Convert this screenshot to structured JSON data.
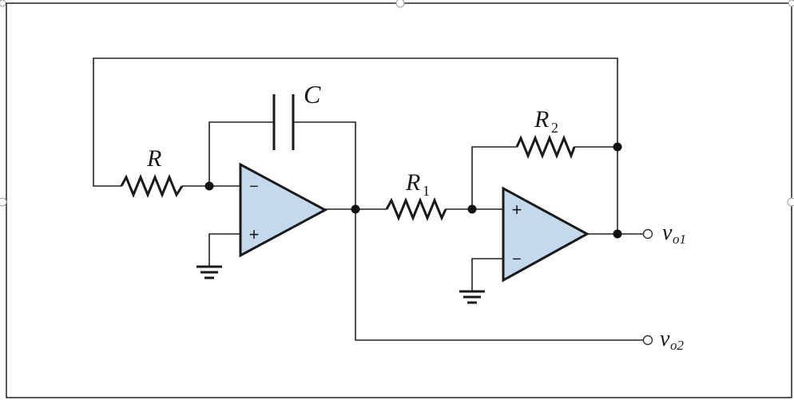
{
  "components": {
    "capacitor": {
      "label": "C"
    },
    "resistor_r": {
      "label": "R"
    },
    "resistor_r1": {
      "label": "R",
      "sub": "1"
    },
    "resistor_r2": {
      "label": "R",
      "sub": "2"
    }
  },
  "opamps": {
    "opamp1": {
      "inv_sign": "−",
      "noninv_sign": "+"
    },
    "opamp2": {
      "noninv_sign": "+",
      "inv_sign": "−"
    }
  },
  "outputs": {
    "vo1": {
      "label": "v",
      "sub": "o1"
    },
    "vo2": {
      "label": "v",
      "sub": "o2"
    }
  },
  "colors": {
    "opamp_fill": "#c5d9ec",
    "wire": "#222222"
  }
}
